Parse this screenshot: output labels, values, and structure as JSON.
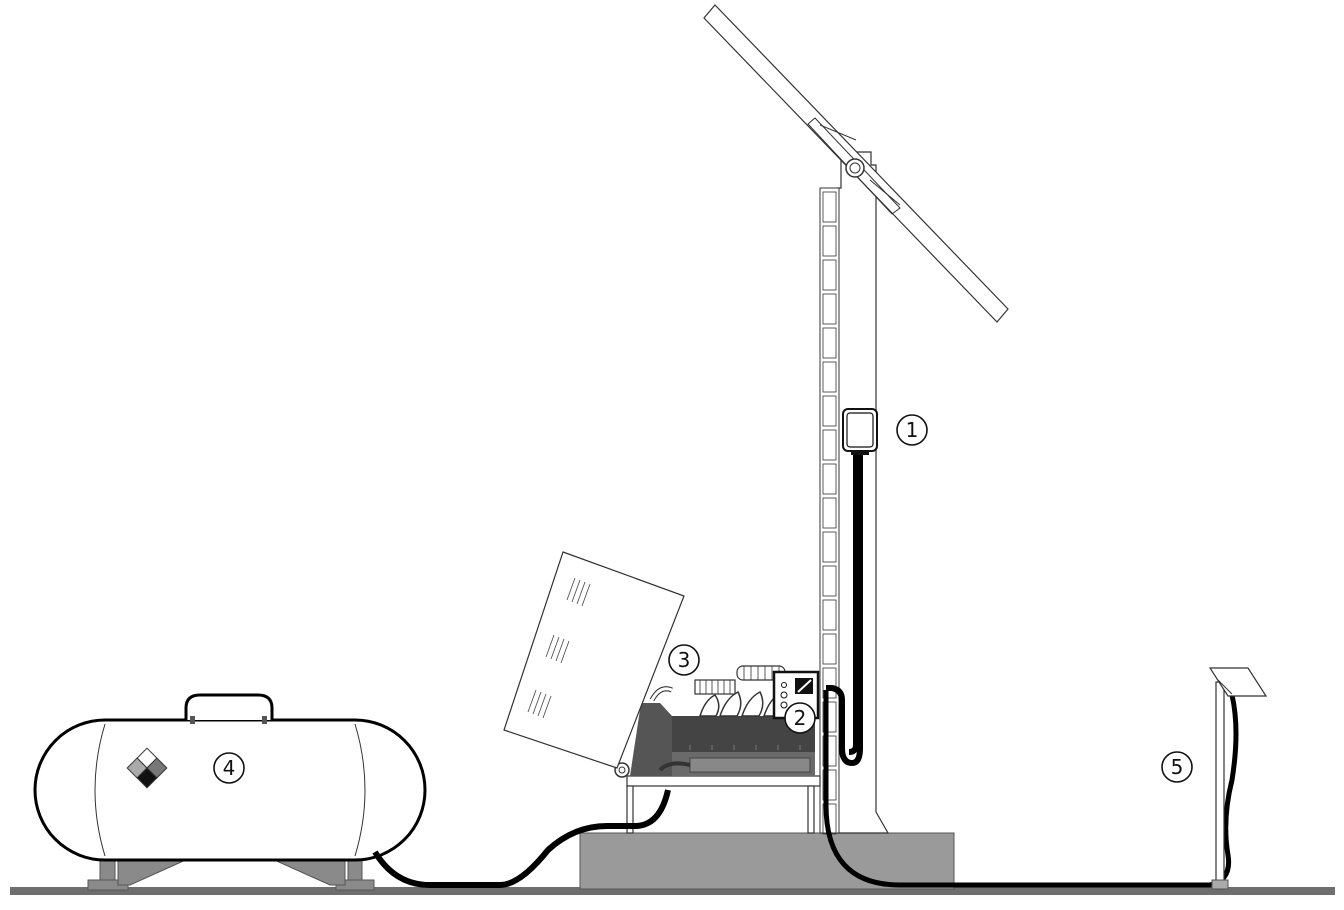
{
  "colors": {
    "ground": "#6e6e6e",
    "base": "#9a9a9a",
    "engine": "#444444",
    "engine_light": "#7a7a7a",
    "hose": "#000000",
    "outline": "#222222",
    "fill": "#ffffff"
  },
  "callouts": [
    {
      "id": "1",
      "label": "1"
    },
    {
      "id": "2",
      "label": "2"
    },
    {
      "id": "3",
      "label": "3"
    },
    {
      "id": "4",
      "label": "4"
    },
    {
      "id": "5",
      "label": "5"
    }
  ],
  "icons": {
    "tank_symbol": "hazard-diamond-icon"
  }
}
